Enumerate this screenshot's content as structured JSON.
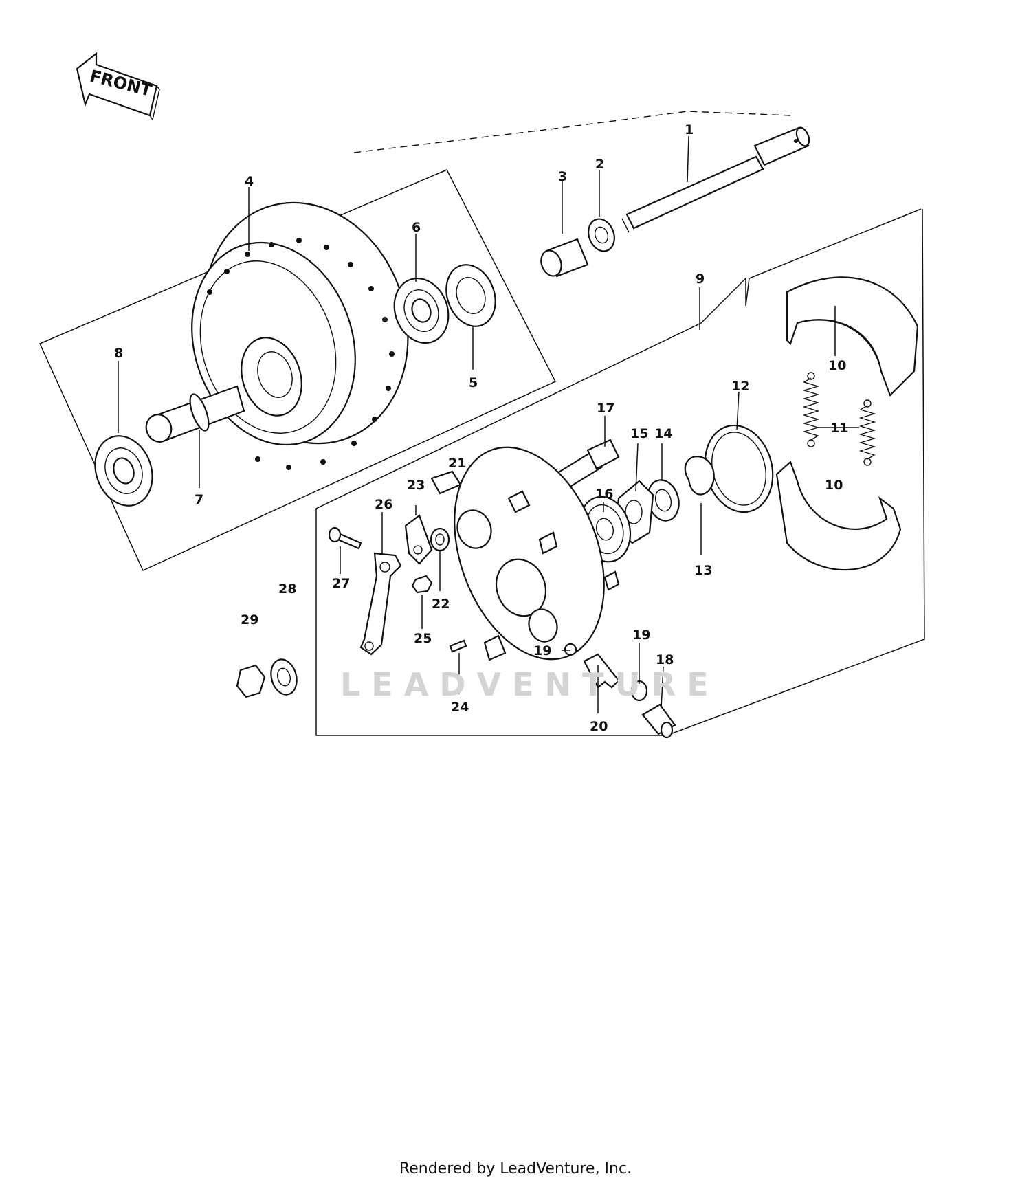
{
  "front_arrow": {
    "label": "FRONT"
  },
  "watermark": "LEADVENTURE",
  "footer": "Rendered by LeadVenture, Inc.",
  "callouts": [
    "1",
    "2",
    "3",
    "4",
    "5",
    "6",
    "7",
    "8",
    "9",
    "10",
    "10",
    "11",
    "12",
    "13",
    "14",
    "15",
    "16",
    "17",
    "18",
    "19",
    "19",
    "20",
    "21",
    "22",
    "23",
    "24",
    "25",
    "26",
    "27",
    "28",
    "29"
  ]
}
